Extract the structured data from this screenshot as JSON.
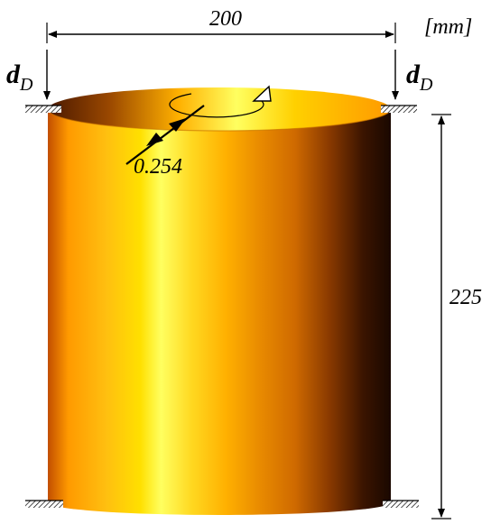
{
  "dimensions": {
    "diameter": "200",
    "unit": "[mm]",
    "height": "225",
    "thickness": "0.254"
  },
  "labels": {
    "displacement_left": {
      "main": "d",
      "sub": "D"
    },
    "displacement_right": {
      "main": "d",
      "sub": "D"
    }
  },
  "colors": {
    "highlight": "#ffff60",
    "bright": "#ffd820",
    "mid": "#e88a00",
    "dark": "#8a3a00",
    "shadow": "#1a0800"
  },
  "icons": {
    "rotation": "rotation-arrow-icon",
    "supports": "hatched-support-icon"
  }
}
